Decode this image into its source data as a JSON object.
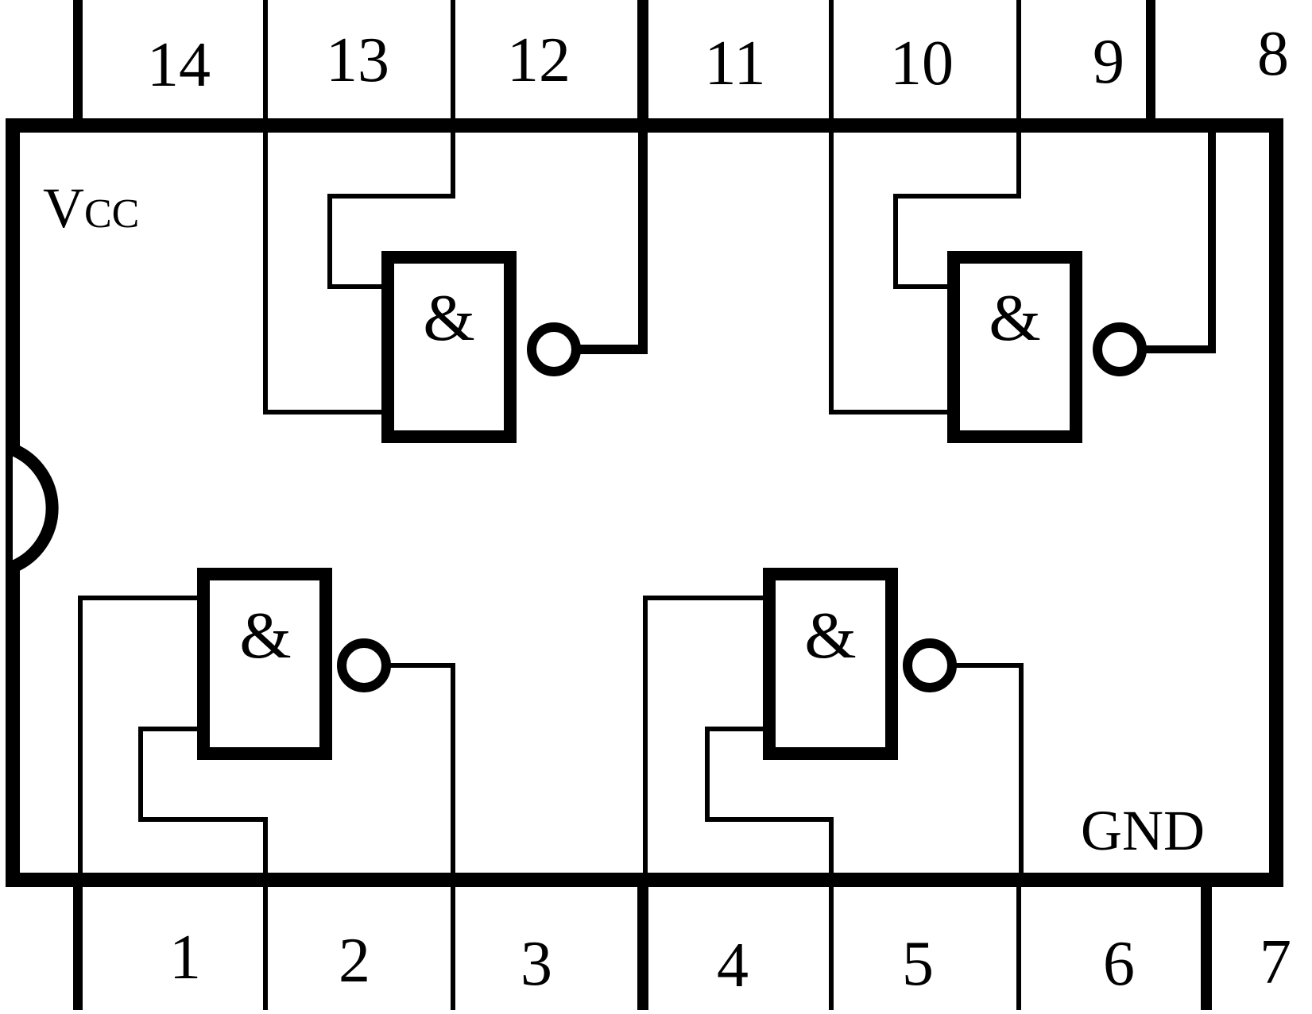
{
  "chip": {
    "vcc_label": "V",
    "vcc_subscript": "CC",
    "gnd_label": "GND"
  },
  "pins": {
    "top": [
      "14",
      "13",
      "12",
      "11",
      "10",
      "9",
      "8"
    ],
    "bottom": [
      "1",
      "2",
      "3",
      "4",
      "5",
      "6",
      "7"
    ]
  },
  "gates": [
    {
      "symbol": "&"
    },
    {
      "symbol": "&"
    },
    {
      "symbol": "&"
    },
    {
      "symbol": "&"
    }
  ],
  "colors": {
    "ink": "#000000",
    "background": "#ffffff"
  }
}
